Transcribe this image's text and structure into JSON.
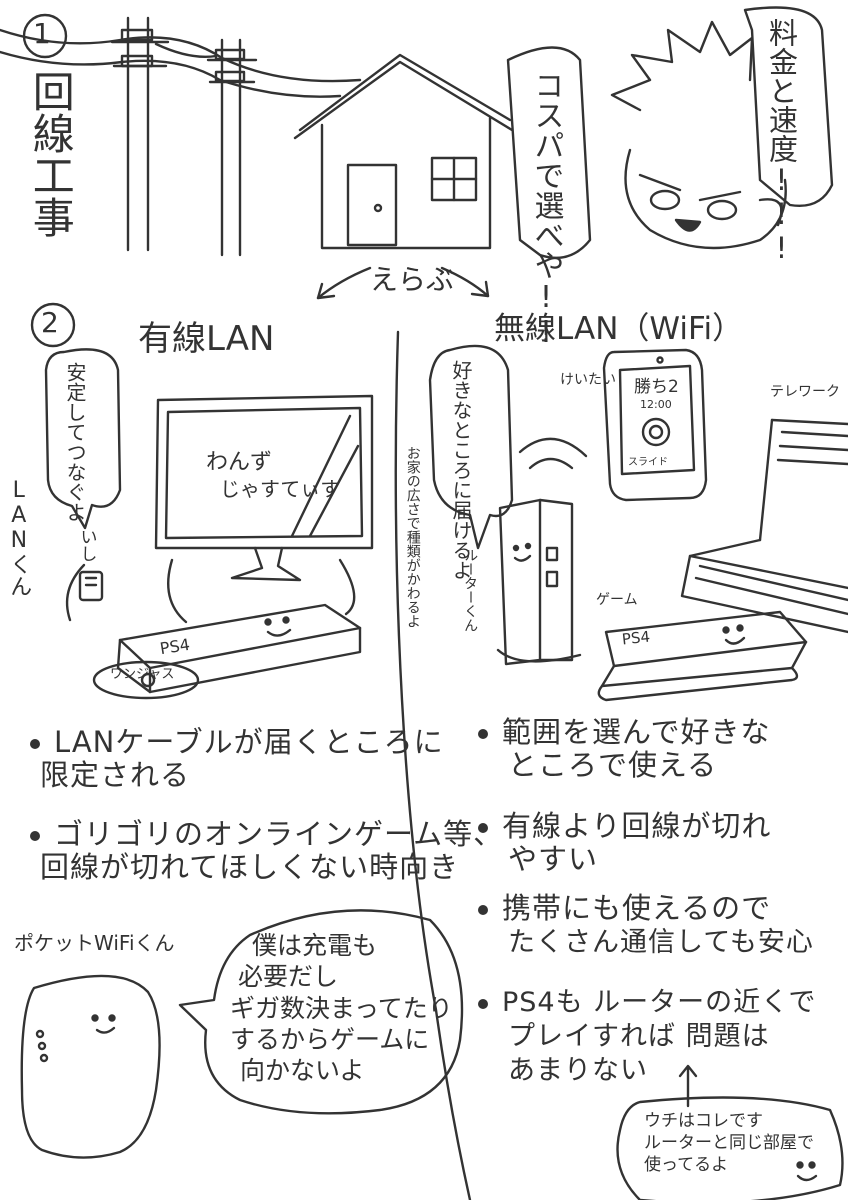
{
  "colors": {
    "ink": "#333333",
    "paper": "#ffffff"
  },
  "section1": {
    "number": "1",
    "title": "回線工事",
    "speech_cost": "コスパで選べや!!",
    "speech_speed": "料金と速度!!!"
  },
  "choose": "えらぶ",
  "section2": {
    "number": "2",
    "wired": {
      "title": "有線LAN",
      "bubble": "安定してつなぐよ",
      "lan_kun_label": "LANくん",
      "cable_voice": "いし",
      "monitor_text": [
        "わんず",
        "じゃすてぃす"
      ],
      "ps4_label": "PS4",
      "disc_label": "ワンジャス",
      "bullets": [
        [
          "LANケーブルが届くところに",
          "限定される"
        ],
        [
          "ゴリゴリのオンラインゲーム等、",
          "回線が切れてほしくない時向き"
        ]
      ]
    },
    "wireless": {
      "title": "無線LAN（WiFi）",
      "bubble": "好きなところに届けるよ",
      "router_note": "お家の広さで種類がかわるよ",
      "router_label": "ルーターくん",
      "phone_caption": "けいたい",
      "phone_screen": [
        "勝ち2",
        "12:00"
      ],
      "phone_slider": "スライド",
      "telework_label": "テレワーク",
      "game_label": "ゲーム",
      "ps4_label": "PS4",
      "bullets": [
        [
          "範囲を選んで好きな",
          "ところで使える"
        ],
        [
          "有線より回線が切れ",
          "やすい"
        ],
        [
          "携帯にも使えるので",
          "たくさん通信しても安心"
        ],
        [
          "PS4も ルーターの近くで",
          "プレイすれば 問題は",
          "あまりない"
        ]
      ],
      "note": [
        "ウチはコレです",
        "ルーターと同じ部屋で",
        "使ってるよ"
      ]
    },
    "pocket_wifi": {
      "label": "ポケットWiFiくん",
      "bubble": [
        "僕は充電も",
        "必要だし",
        "ギガ数決まってたり",
        "するからゲームに",
        "向かないよ"
      ]
    }
  }
}
